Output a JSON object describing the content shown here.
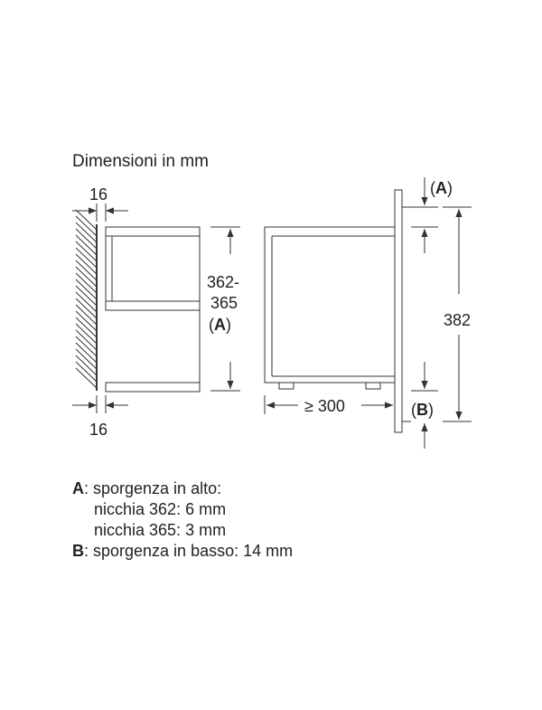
{
  "title": "Dimensioni in mm",
  "dims": {
    "side_top": "16",
    "side_bottom": "16",
    "niche_height_line1": "362-",
    "niche_height_line2": "365",
    "niche_height_ref_open": "(",
    "niche_height_ref_letter": "A",
    "niche_height_ref_close": ")",
    "depth": "≥ 300",
    "front_ref_a_open": "(",
    "front_ref_a_letter": "A",
    "front_ref_a_close": ")",
    "front_ref_b_open": "(",
    "front_ref_b_letter": "B",
    "front_ref_b_close": ")",
    "total_height": "382"
  },
  "legend": {
    "a_letter": "A",
    "a_text": ": sporgenza in alto:",
    "a_line2": "nicchia 362: 6 mm",
    "a_line3": "nicchia 365: 3 mm",
    "b_letter": "B",
    "b_text": ": sporgenza in basso: 14 mm"
  }
}
